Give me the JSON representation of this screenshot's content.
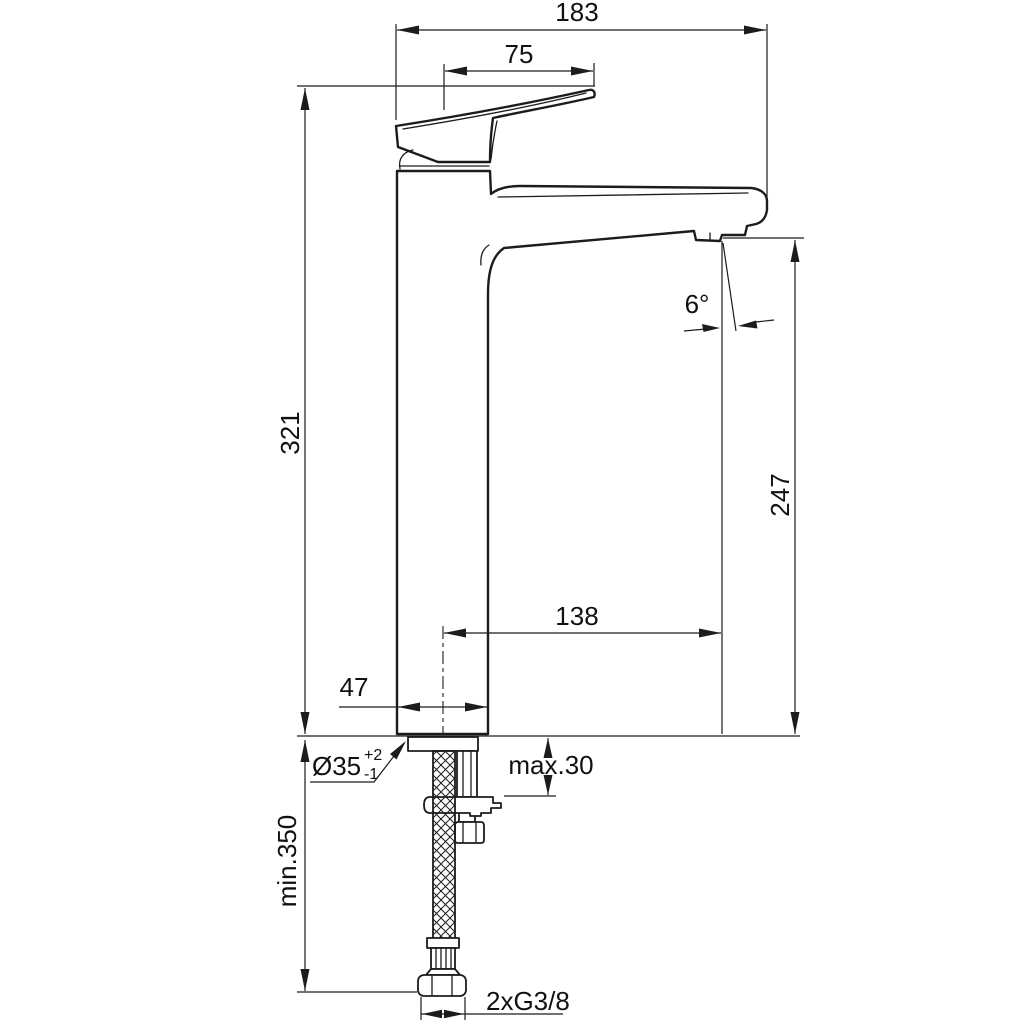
{
  "drawing": {
    "kind": "faucet-installation-dimension-drawing",
    "units": "mm",
    "colors": {
      "line": "#1c1c1c",
      "background": "#ffffff"
    }
  },
  "dims": {
    "overall_width": "183",
    "handle_reach": "75",
    "overall_height": "321",
    "outlet_height": "247",
    "outlet_angle": "6°",
    "spout_reach": "138",
    "body_width": "47",
    "hole_diameter": "Ø35",
    "hole_tol_plus": "+2",
    "hole_tol_minus": "-1",
    "max_deck_thickness": "max.30",
    "min_hose_clearance": "min.350",
    "supply_connection": "2xG3/8"
  }
}
